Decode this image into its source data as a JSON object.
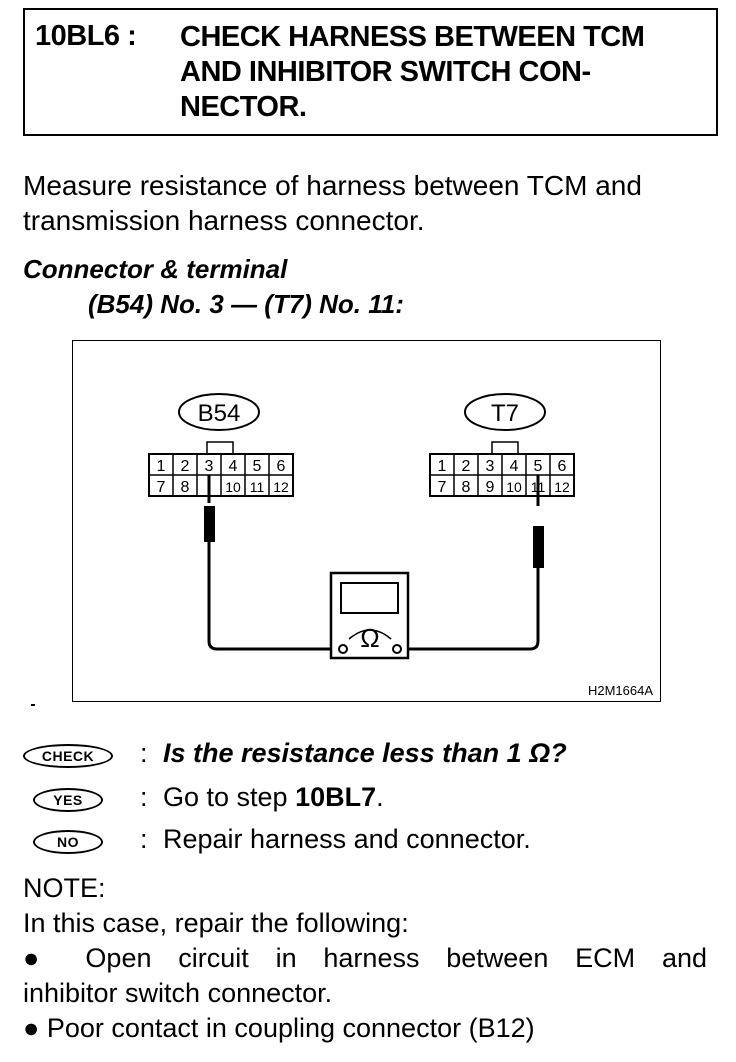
{
  "header": {
    "step_code": "10BL6 :",
    "title_lines": [
      "CHECK HARNESS BETWEEN TCM",
      "AND INHIBITOR SWITCH CON-",
      "NECTOR."
    ]
  },
  "instruction": {
    "line1": "Measure resistance of harness between TCM and",
    "line2": "transmission harness connector."
  },
  "connector": {
    "label": "Connector & terminal",
    "terminals": "(B54) No. 3 — (T7) No. 11:"
  },
  "diagram": {
    "left_connector": {
      "name": "B54",
      "top_row": [
        "1",
        "2",
        "3",
        "4",
        "5",
        "6"
      ],
      "bottom_row": [
        "7",
        "8",
        "",
        "10",
        "11",
        "12"
      ]
    },
    "right_connector": {
      "name": "T7",
      "top_row": [
        "1",
        "2",
        "3",
        "4",
        "5",
        "6"
      ],
      "bottom_row": [
        "7",
        "8",
        "9",
        "10",
        "11",
        "12"
      ]
    },
    "meter_symbol": "Ω",
    "figure_code": "H2M1664A"
  },
  "check": {
    "check_badge": "CHECK",
    "question": "Is the resistance less than 1 Ω?",
    "yes_badge": "YES",
    "yes_text": "Go to step ",
    "yes_step": "10BL7",
    "yes_period": ".",
    "no_badge": "NO",
    "no_text": "Repair harness and connector.",
    "colon": ":"
  },
  "note": {
    "heading": "NOTE:",
    "intro": "In this case, repair the following:",
    "bullets": [
      {
        "line1": "Open circuit in harness between ECM and",
        "line2": "inhibitor switch connector."
      },
      {
        "line1": "Poor contact in coupling connector (B12)"
      }
    ]
  }
}
